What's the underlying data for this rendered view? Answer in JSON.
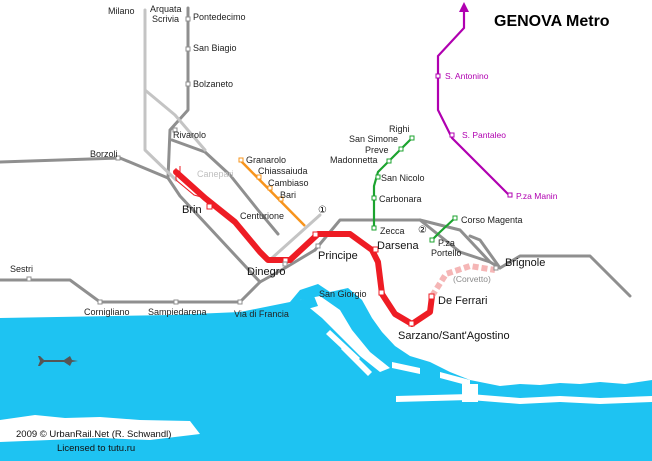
{
  "map": {
    "title": "GENOVA Metro",
    "credits": [
      "2009 © UrbanRail.Net (R. Schwandl)",
      "Licensed to tutu.ru"
    ],
    "line_numbers": [
      "①",
      "②"
    ],
    "colors": {
      "sea": "#1ec3f2",
      "metro": "#ee1c24",
      "metro_planned": "#f5b6b6",
      "rail": "#8f8f8f",
      "rail_light": "#c4c4c4",
      "orange": "#f7941d",
      "green": "#1ca32f",
      "purple": "#b000b0"
    },
    "stations": {
      "milano": "Milano",
      "arquata": "Arquata",
      "scrivia": "Scrivia",
      "pontedecimo": "Pontedecimo",
      "san_biagio": "San Biagio",
      "bolzaneto": "Bolzaneto",
      "rivarolo": "Rivarolo",
      "borzoli": "Borzoli",
      "canepari": "Canepari",
      "brin": "Brin",
      "granarolo": "Granarolo",
      "chiassaiuda": "Chiassaiuda",
      "cambiaso": "Cambiaso",
      "bari": "Bari",
      "centurione": "Centurione",
      "dinegro": "Dinegro",
      "principe": "Principe",
      "darsena": "Darsena",
      "san_giorgio": "San Giorgio",
      "sarzano": "Sarzano/Sant'Agostino",
      "de_ferrari": "De Ferrari",
      "corvetto": "(Corvetto)",
      "brignole": "Brignole",
      "righi": "Righi",
      "san_simone": "San Simone",
      "preve": "Preve",
      "madonnetta": "Madonnetta",
      "san_nicolo": "San Nicolo",
      "carbonara": "Carbonara",
      "zecca": "Zecca",
      "corso_magenta": "Corso Magenta",
      "p_za_portello_1": "P.za",
      "p_za_portello_2": "Portello",
      "s_antonino": "S. Antonino",
      "s_pantaleo": "S. Pantaleo",
      "p_za_manin": "P.za Manin",
      "sestri": "Sestri",
      "cornigliano": "Cornigliano",
      "sampierdarena": "Sampiedarena",
      "via_di_francia": "Via di Francia"
    }
  }
}
